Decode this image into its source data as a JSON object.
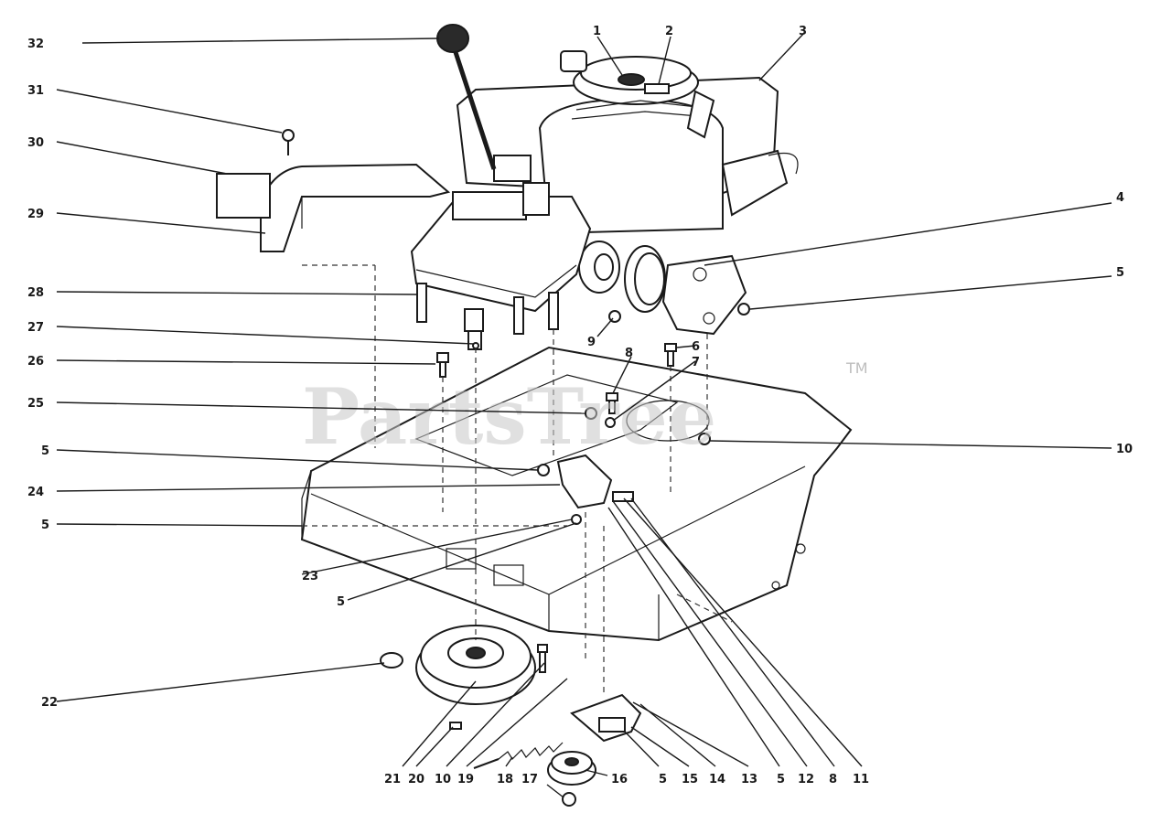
{
  "watermark": {
    "text": "PartsTree",
    "trademark": "TM"
  },
  "callouts": [
    {
      "id": "c1",
      "label": "1"
    },
    {
      "id": "c2",
      "label": "2"
    },
    {
      "id": "c3",
      "label": "3"
    },
    {
      "id": "c4",
      "label": "4"
    },
    {
      "id": "c5a",
      "label": "5"
    },
    {
      "id": "c6",
      "label": "6"
    },
    {
      "id": "c7",
      "label": "7"
    },
    {
      "id": "c8a",
      "label": "8"
    },
    {
      "id": "c9",
      "label": "9"
    },
    {
      "id": "c10a",
      "label": "10"
    },
    {
      "id": "c25",
      "label": "25"
    },
    {
      "id": "c26",
      "label": "26"
    },
    {
      "id": "c27",
      "label": "27"
    },
    {
      "id": "c28",
      "label": "28"
    },
    {
      "id": "c29",
      "label": "29"
    },
    {
      "id": "c30",
      "label": "30"
    },
    {
      "id": "c31",
      "label": "31"
    },
    {
      "id": "c32",
      "label": "32"
    },
    {
      "id": "c5b",
      "label": "5"
    },
    {
      "id": "c24",
      "label": "24"
    },
    {
      "id": "c5c",
      "label": "5"
    },
    {
      "id": "c23",
      "label": "23"
    },
    {
      "id": "c5d",
      "label": "5"
    },
    {
      "id": "c22",
      "label": "22"
    },
    {
      "id": "c21",
      "label": "21"
    },
    {
      "id": "c20",
      "label": "20"
    },
    {
      "id": "c10b",
      "label": "10"
    },
    {
      "id": "c19",
      "label": "19"
    },
    {
      "id": "c18",
      "label": "18"
    },
    {
      "id": "c17",
      "label": "17"
    },
    {
      "id": "c16",
      "label": "16"
    },
    {
      "id": "c5e",
      "label": "5"
    },
    {
      "id": "c15",
      "label": "15"
    },
    {
      "id": "c14",
      "label": "14"
    },
    {
      "id": "c13",
      "label": "13"
    },
    {
      "id": "c5f",
      "label": "5"
    },
    {
      "id": "c12",
      "label": "12"
    },
    {
      "id": "c8b",
      "label": "8"
    },
    {
      "id": "c11",
      "label": "11"
    }
  ]
}
